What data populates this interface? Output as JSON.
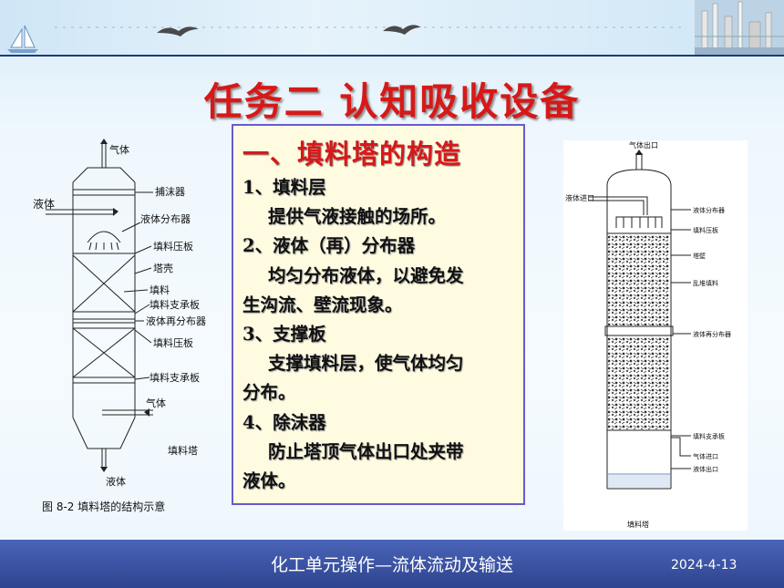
{
  "title": "任务二  认知吸收设备",
  "section": {
    "heading": "一、填料塔的构造",
    "lines": [
      "1、填料层",
      "提供气液接触的场所。",
      "2、液体（再）分布器",
      "均匀分布液体，以避免发",
      "生沟流、壁流现象。",
      "3、支撑板",
      "支撑填料层，使气体均匀",
      "分布。",
      "4、除沫器",
      "防止塔顶气体出口处夹带",
      "液体。"
    ]
  },
  "figure_left": {
    "labels": {
      "gas_top": "气体",
      "liquid_in": "液体",
      "demister": "捕沫器",
      "distributor": "液体分布器",
      "press_plate_1": "填料压板",
      "shell": "塔壳",
      "packing": "填料",
      "support_1": "填料支承板",
      "redistributor": "液体再分布器",
      "press_plate_2": "填料压板",
      "support_2": "填料支承板",
      "gas_in": "气体",
      "tower_name": "填料塔",
      "liquid_out": "液体"
    },
    "caption": "图  8-2    填料塔的结构示意"
  },
  "figure_right": {
    "labels": {
      "gas_out": "气体出口",
      "liquid_in": "液体进口",
      "distributor": "液体分布器",
      "press_plate": "填料压板",
      "wall": "塔壁",
      "random_packing": "乱堆填料",
      "redistributor": "液体再分布器",
      "support": "填料支承板",
      "gas_in": "气体进口",
      "liquid_out": "液体出口"
    },
    "caption": "填料塔"
  },
  "footer": {
    "title": "化工单元操作—流体流动及输送",
    "date": "2024-4-13"
  }
}
